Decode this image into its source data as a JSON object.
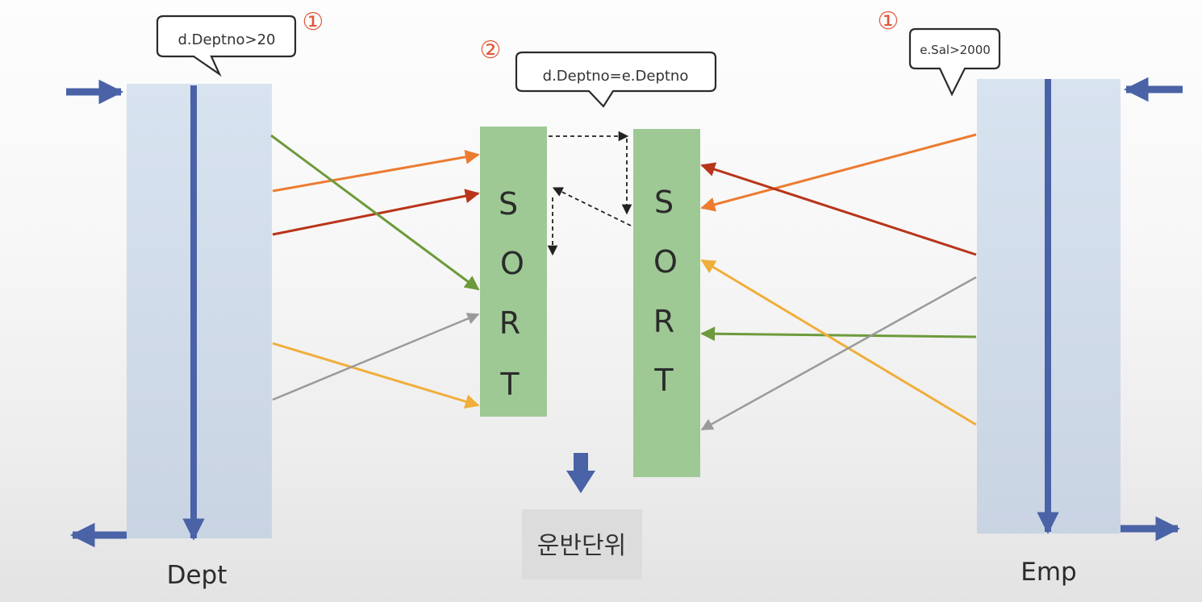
{
  "colors": {
    "table_fill": "#d3deec",
    "table_flow": "#4a62a6",
    "sort_fill": "#9ec995",
    "transfer_box": "#dcdcdc",
    "orange": "#ec7b30",
    "red": "#b8351a",
    "green": "#6d9a3b",
    "gold": "#f0ae3a",
    "gray": "#9a9a9a",
    "badge": "#e2573a"
  },
  "dept": {
    "label": "Dept",
    "filter": "d.Deptno>20",
    "step": "①"
  },
  "emp": {
    "label": "Emp",
    "filter": "e.Sal>2000",
    "step": "①"
  },
  "join": {
    "condition": "d.Deptno=e.Deptno",
    "step": "②"
  },
  "sort_left": {
    "letters": [
      "S",
      "O",
      "R",
      "T"
    ]
  },
  "sort_right": {
    "letters": [
      "S",
      "O",
      "R",
      "T"
    ]
  },
  "transfer": {
    "label": "운반단위"
  }
}
